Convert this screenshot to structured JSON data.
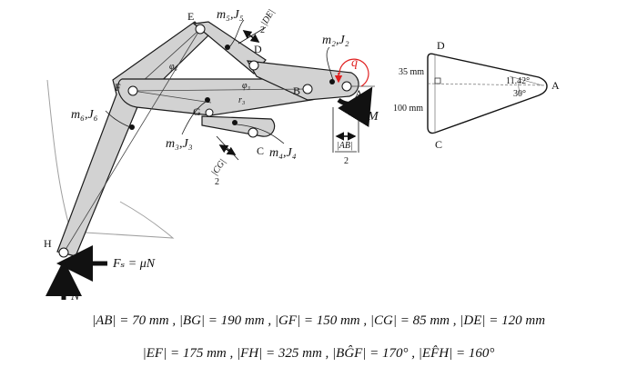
{
  "labels": {
    "points": {
      "E": "E",
      "D": "D",
      "F": "F",
      "B": "B",
      "A": "A",
      "G": "G",
      "C": "C",
      "H": "H"
    },
    "mass_5": "m₅,J₅",
    "mass_2": "m₂,J₂",
    "mass_6": "m₆,J₆",
    "mass_3": "m₃,J₃",
    "mass_4": "m₄,J₄",
    "q": "q",
    "M": "M",
    "phi6": "φ₆",
    "phi3": "φ₃",
    "r3": "r₃",
    "de_half_num": "|DE|",
    "de_half_den": "2",
    "ab_half_num": "|AB|",
    "ab_half_den": "2",
    "cg_half_num": "|CG|",
    "cg_half_den": "2",
    "force_fs": "Fₛ = μN",
    "force_n": "N"
  },
  "detail": {
    "point_D": "D",
    "point_A": "A",
    "point_C": "C",
    "dim_35": "35 mm",
    "dim_100": "100 mm",
    "angle_11": "11.42°",
    "angle_30": "30°"
  },
  "equations": {
    "line1": "|AB| = 70 mm ,  |BG| = 190 mm ,  |GF| = 150 mm ,  |CG| = 85 mm ,  |DE| = 120 mm",
    "line2": "|EF| = 175 mm ,  |FH| = 325 mm ,  |BĜF| = 170° ,  |EF̂H| = 160°"
  },
  "colors": {
    "link_fill": "#d2d2d2",
    "link_stroke": "#1a1a1a",
    "accent_red": "#e02020",
    "ground_line": "#9a9a9a"
  }
}
